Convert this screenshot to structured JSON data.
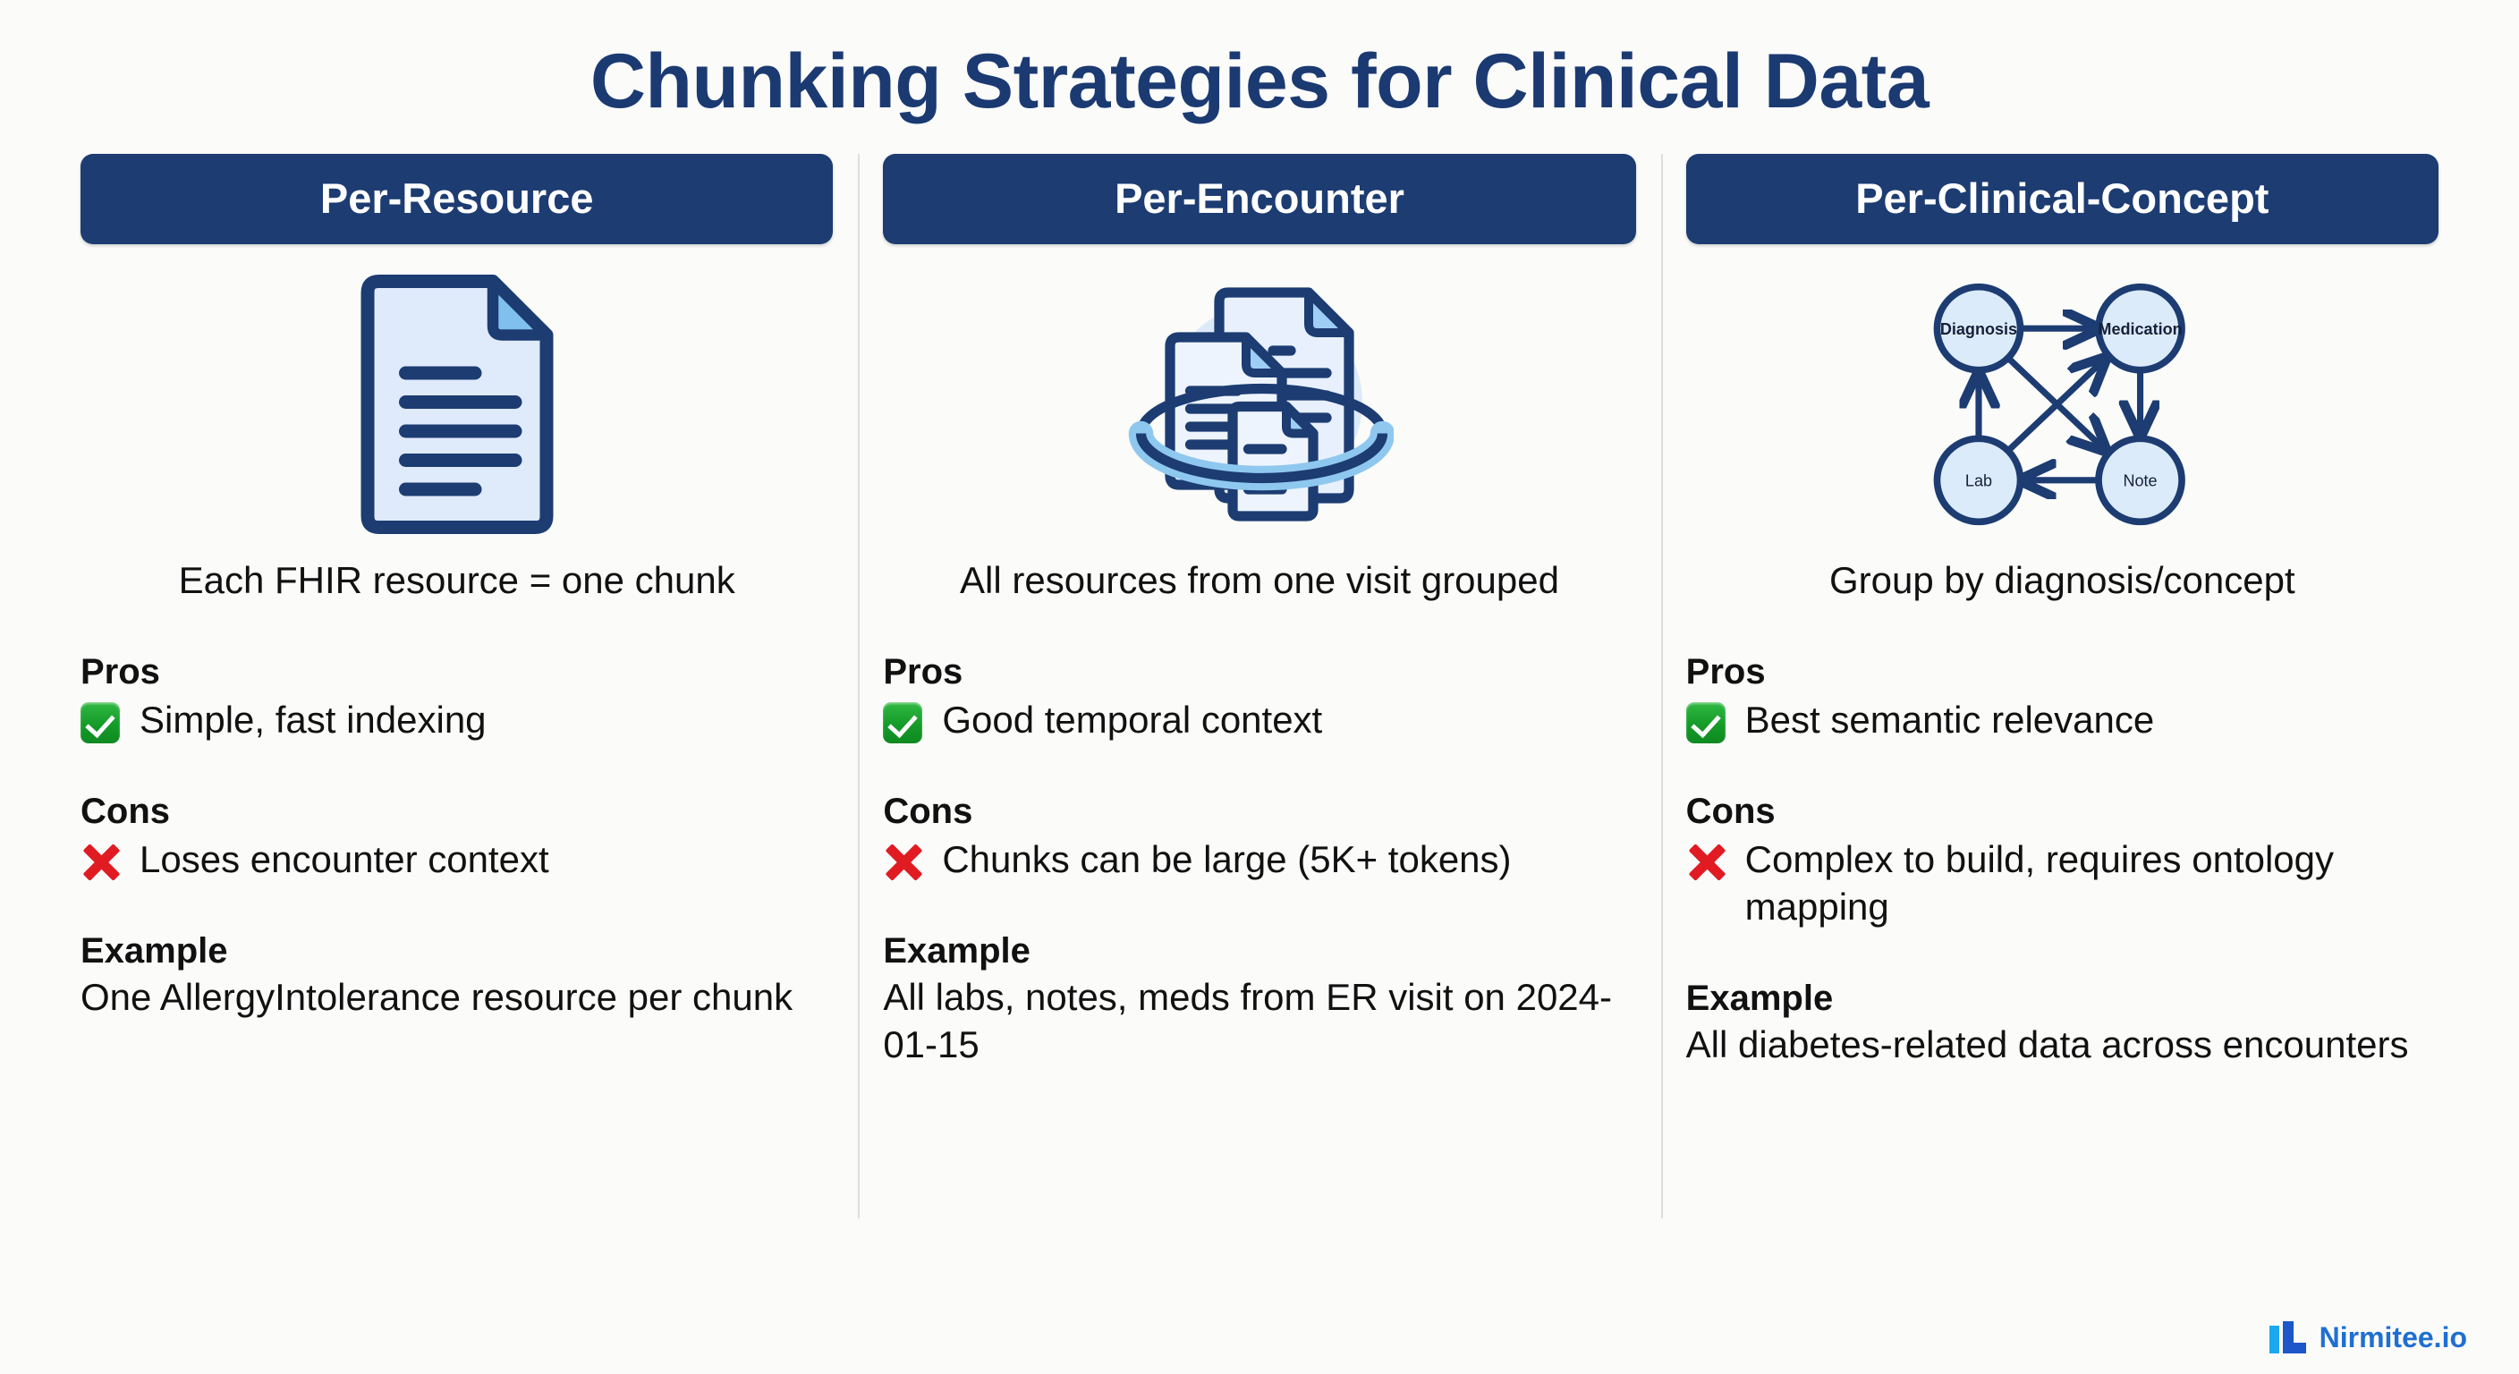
{
  "page": {
    "title": "Chunking Strategies for Clinical Data",
    "background_color": "#fbfbfa",
    "accent_navy": "#1c3c72",
    "check_color": "#16a02a",
    "cross_color": "#e01b22"
  },
  "labels": {
    "pros": "Pros",
    "cons": "Cons",
    "example": "Example"
  },
  "columns": [
    {
      "header": "Per-Resource",
      "icon": "document-icon",
      "caption": "Each FHIR resource = one chunk",
      "pros_label": "Pros",
      "pro": "Simple, fast indexing",
      "cons_label": "Cons",
      "con": "Loses encounter context",
      "example_label": "Example",
      "example": "One AllergyIntolerance resource per chunk"
    },
    {
      "header": "Per-Encounter",
      "icon": "grouped-documents-orbit-icon",
      "caption": "All resources from one visit grouped",
      "pros_label": "Pros",
      "pro": "Good temporal context",
      "cons_label": "Cons",
      "con": "Chunks can be large (5K+ tokens)",
      "example_label": "Example",
      "example": "All labs, notes, meds from ER visit on 2024-01-15"
    },
    {
      "header": "Per-Clinical-Concept",
      "icon": "concept-graph-icon",
      "caption": "Group by diagnosis/concept",
      "pros_label": "Pros",
      "pro": "Best semantic relevance",
      "cons_label": "Cons",
      "con": "Complex to build, requires ontology mapping",
      "example_label": "Example",
      "example": "All diabetes-related data across encounters"
    }
  ],
  "concept_graph": {
    "nodes": [
      {
        "id": "diagnosis",
        "label": "Diagnosis"
      },
      {
        "id": "medication",
        "label": "Medication"
      },
      {
        "id": "lab",
        "label": "Lab"
      },
      {
        "id": "note",
        "label": "Note"
      }
    ],
    "edges": [
      {
        "from": "diagnosis",
        "to": "medication"
      },
      {
        "from": "diagnosis",
        "to": "note"
      },
      {
        "from": "lab",
        "to": "diagnosis"
      },
      {
        "from": "lab",
        "to": "medication"
      },
      {
        "from": "medication",
        "to": "note"
      },
      {
        "from": "note",
        "to": "lab"
      }
    ]
  },
  "footer": {
    "brand": "Nirmitee.io",
    "logo_light": "#1aa9f0",
    "logo_dark": "#1c56c8"
  }
}
